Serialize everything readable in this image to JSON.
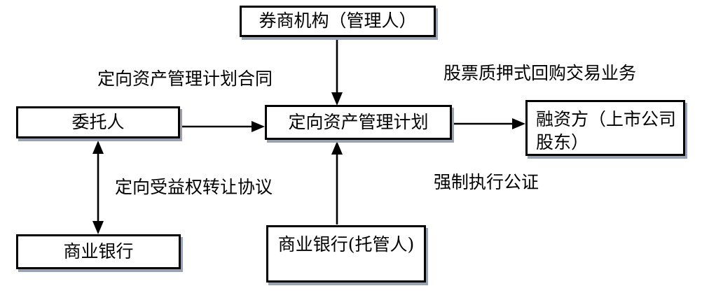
{
  "nodes": {
    "manager": {
      "label": "券商机构（管理人）"
    },
    "principal": {
      "label": "委托人"
    },
    "plan": {
      "label": "定向资产管理计划"
    },
    "financier": {
      "label": "融资方（上市公司股东）"
    },
    "bank": {
      "label": "商业银行"
    },
    "custodian": {
      "label": "商业银行(托管人)"
    }
  },
  "edge_labels": {
    "plan_contract": "定向资产管理计划合同",
    "stock_pledge_repo": "股票质押式回购交易业务",
    "beneficial_rights_transfer": "定向受益权转让协议",
    "enforcement_notarization": "强制执行公证"
  },
  "colors": {
    "border": "#000000",
    "background": "#ffffff",
    "text": "#000000",
    "arrow": "#000000",
    "shadow": "#9aa3b2"
  }
}
